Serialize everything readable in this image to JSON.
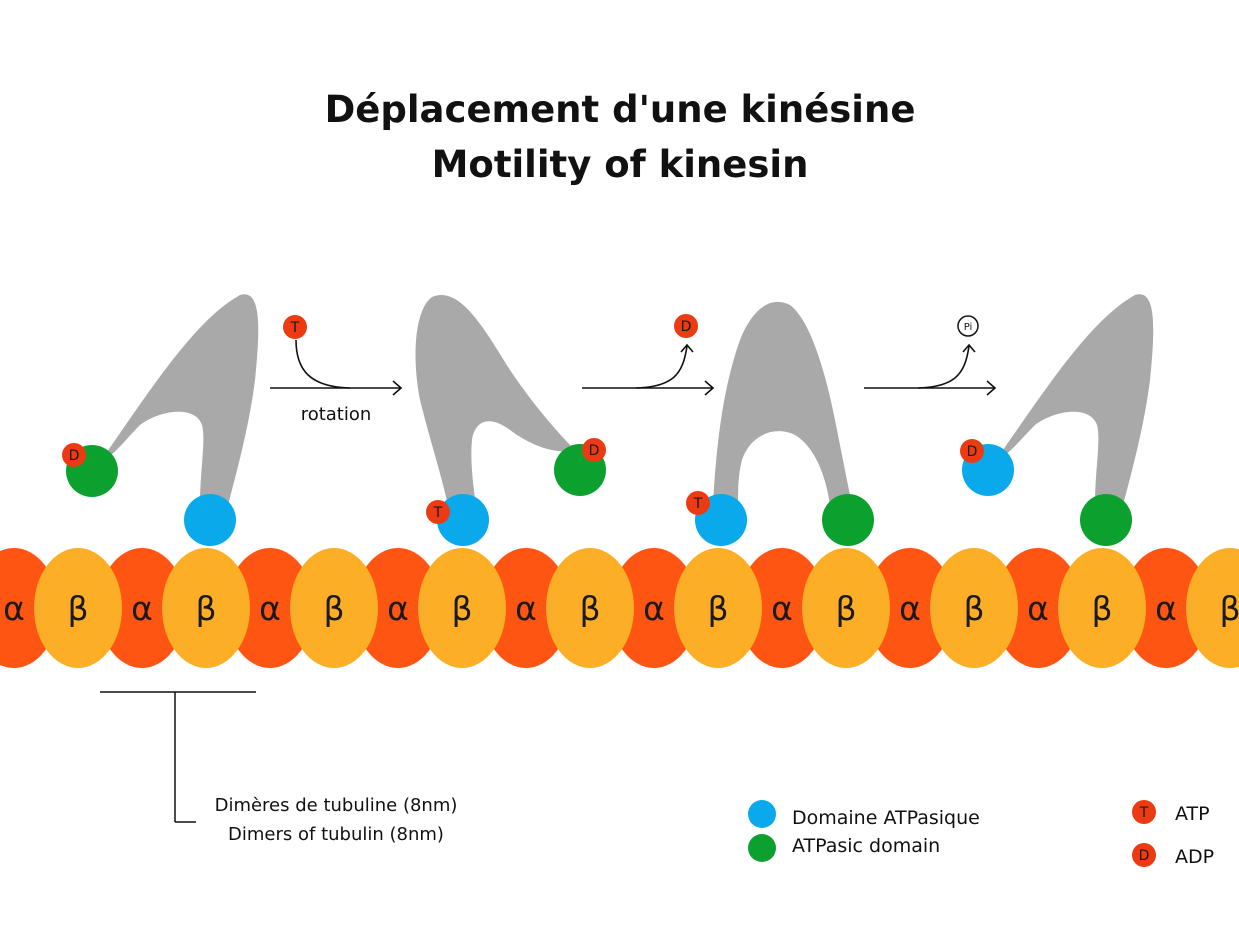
{
  "title": {
    "line1": "Déplacement d'une kinésine",
    "line2": "Motility of kinesin"
  },
  "steps": {
    "step1_reactant": "T",
    "step1_label": "rotation",
    "step2_product": "D",
    "step3_product": "Pi"
  },
  "kinesins": [
    {
      "badges": [
        "D"
      ]
    },
    {
      "badges": [
        "T",
        "D"
      ]
    },
    {
      "badges": [
        "T"
      ]
    },
    {
      "badges": [
        "D"
      ]
    }
  ],
  "microtubule": {
    "alpha_symbol": "α",
    "beta_symbol": "β",
    "sequence": [
      "α",
      "β",
      "α",
      "β",
      "α",
      "β",
      "α",
      "β",
      "α",
      "β",
      "α",
      "β",
      "α",
      "β",
      "α",
      "β",
      "α",
      "β",
      "α",
      "β"
    ]
  },
  "dimer_annotation": {
    "line1": "Dimères de tubuline (8nm)",
    "line2": "Dimers of tubulin (8nm)"
  },
  "legend": {
    "domain_fr": "Domaine ATPasique",
    "domain_en": "ATPasic domain",
    "atp_symbol": "T",
    "atp_label": "ATP",
    "adp_symbol": "D",
    "adp_label": "ADP"
  },
  "colors": {
    "alpha": "#ff5512",
    "beta": "#fdae27",
    "head_blue": "#0aa9ec",
    "head_green": "#0ca12f",
    "kinesin_body": "#a9a9a9",
    "badge": "#ec3a12"
  }
}
